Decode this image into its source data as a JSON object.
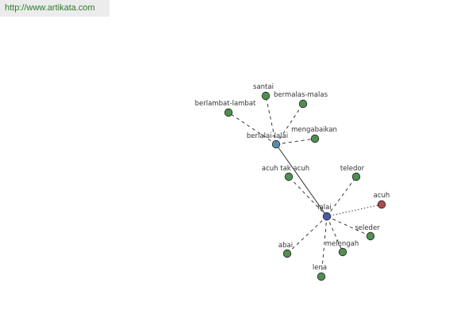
{
  "header": {
    "url": "http://www.artikata.com"
  },
  "colors": {
    "url_bg": "#ececec",
    "url_text": "#2d7a2d",
    "synonym_node": "#4f8f4f",
    "hub_node_lalai": "#4a5aa8",
    "hub_node_berlalai": "#5a8ea8",
    "antonym_node": "#b04a4a",
    "edge": "#222222"
  },
  "graph": {
    "nodes": [
      {
        "id": "lalai",
        "label": "lalai",
        "kind": "hub_primary"
      },
      {
        "id": "berlalai",
        "label": "berlalai-lalai",
        "kind": "hub_secondary"
      },
      {
        "id": "santai",
        "label": "santai",
        "kind": "synonym"
      },
      {
        "id": "bermalas",
        "label": "bermalas-malas",
        "kind": "synonym"
      },
      {
        "id": "berlambat",
        "label": "berlambat-lambat",
        "kind": "synonym"
      },
      {
        "id": "mengabaikan",
        "label": "mengabaikan",
        "kind": "synonym"
      },
      {
        "id": "acuhtak",
        "label": "acuh tak acuh",
        "kind": "synonym"
      },
      {
        "id": "teledor",
        "label": "teledor",
        "kind": "synonym"
      },
      {
        "id": "acuh",
        "label": "acuh",
        "kind": "antonym"
      },
      {
        "id": "seleder",
        "label": "seleder",
        "kind": "synonym"
      },
      {
        "id": "melengah",
        "label": "melengah",
        "kind": "synonym"
      },
      {
        "id": "lena",
        "label": "lena",
        "kind": "synonym"
      },
      {
        "id": "abai",
        "label": "abai",
        "kind": "synonym"
      }
    ],
    "edges": [
      {
        "from": "berlalai",
        "to": "lalai",
        "style": "solid"
      },
      {
        "from": "berlalai",
        "to": "santai",
        "style": "dashed"
      },
      {
        "from": "berlalai",
        "to": "bermalas",
        "style": "dashed"
      },
      {
        "from": "berlalai",
        "to": "berlambat",
        "style": "dashed"
      },
      {
        "from": "berlalai",
        "to": "mengabaikan",
        "style": "dashed"
      },
      {
        "from": "lalai",
        "to": "acuhtak",
        "style": "dashed"
      },
      {
        "from": "lalai",
        "to": "teledor",
        "style": "dashed"
      },
      {
        "from": "lalai",
        "to": "acuh",
        "style": "dotted"
      },
      {
        "from": "lalai",
        "to": "seleder",
        "style": "dashed"
      },
      {
        "from": "lalai",
        "to": "melengah",
        "style": "dashed"
      },
      {
        "from": "lalai",
        "to": "lena",
        "style": "dashed"
      },
      {
        "from": "lalai",
        "to": "abai",
        "style": "dashed"
      }
    ]
  }
}
